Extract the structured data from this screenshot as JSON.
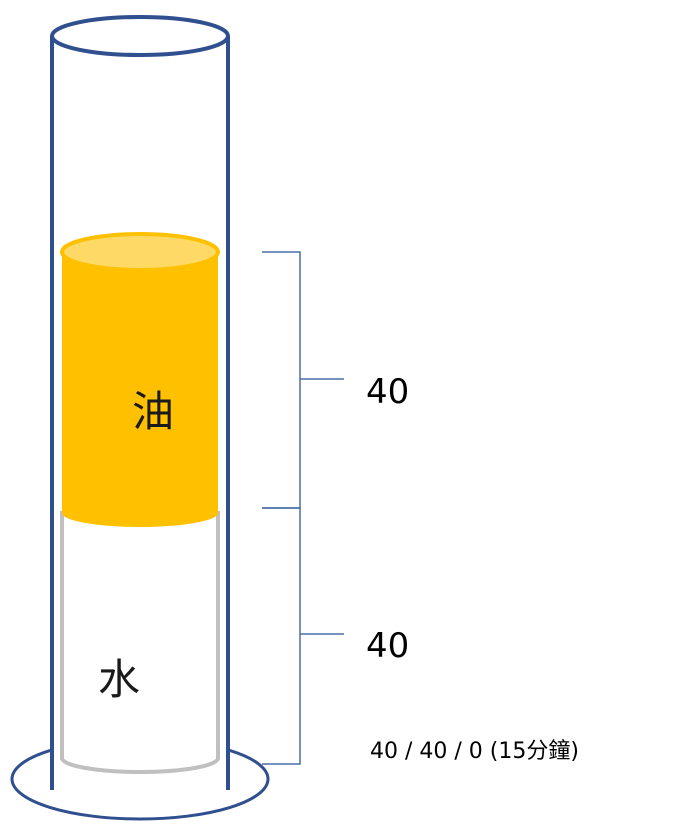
{
  "layers": [
    {
      "name": "oil",
      "label": "油",
      "volume": 40,
      "volume_label": "40"
    },
    {
      "name": "water",
      "label": "水",
      "volume": 40,
      "volume_label": "40"
    }
  ],
  "caption": "40 / 40 / 0 (15分鐘)",
  "colors": {
    "cylinder_outline": "#2f4f8f",
    "oil_fill": "#ffc000",
    "oil_top": "#ffd966",
    "water_fill": "#ffffff",
    "water_outline": "#c0c0c0",
    "bracket": "#4a6fa5"
  }
}
